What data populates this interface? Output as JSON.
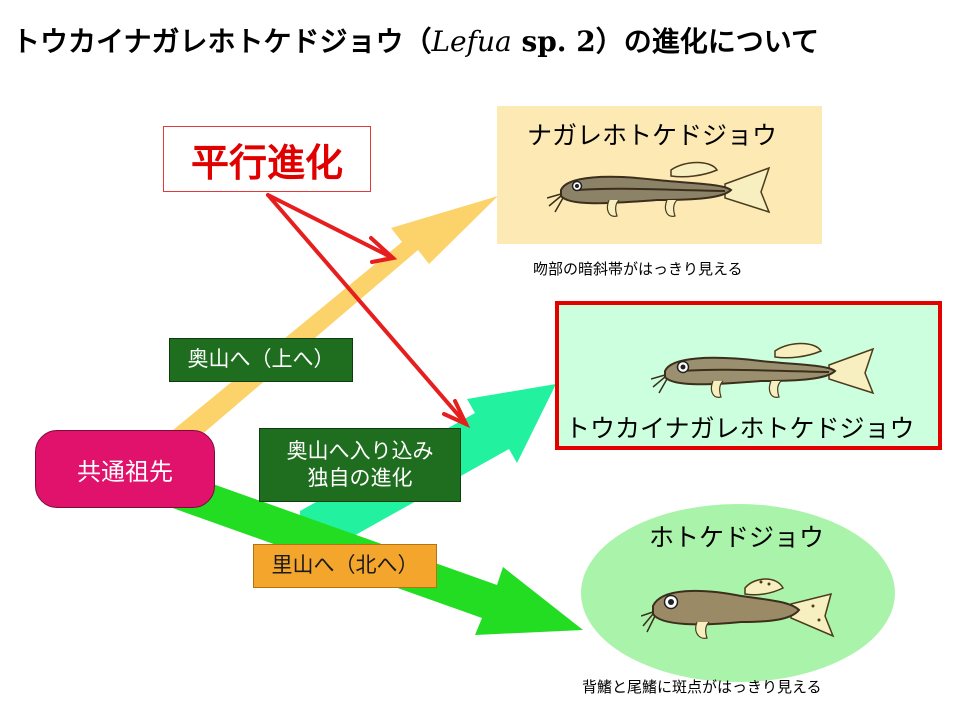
{
  "title": {
    "pre": "トウカイナガレホトケドジョウ（",
    "italic": "Lefua",
    "mid": " sp. 2）",
    "post": "の進化について"
  },
  "parallel_label": "平行進化",
  "ancestor_label": "共通祖先",
  "paths": {
    "okuyama": "奥山へ（上へ）",
    "unique_line1": "奥山へ入り込み",
    "unique_line2": "独自の進化",
    "satoyama": "里山へ（北へ）"
  },
  "species": {
    "nagare": {
      "name": "ナガレホトケドジョウ",
      "note": "吻部の暗斜帯がはっきり見える"
    },
    "tokai": {
      "name": "トウカイナガレホトケドジョウ"
    },
    "hotoke": {
      "name": "ホトケドジョウ",
      "note": "背鰭と尾鰭に斑点がはっきり見える"
    }
  },
  "colors": {
    "arrow_upper": "#fcd36b",
    "arrow_middle": "#22f2a0",
    "arrow_lower": "#22dd22",
    "parallel_red": "#e61e1e",
    "ancestor": "#e0126b",
    "label_green": "#1f6e1f",
    "label_orange": "#f4a52c"
  },
  "icons": [
    "loach-fish-icon"
  ]
}
